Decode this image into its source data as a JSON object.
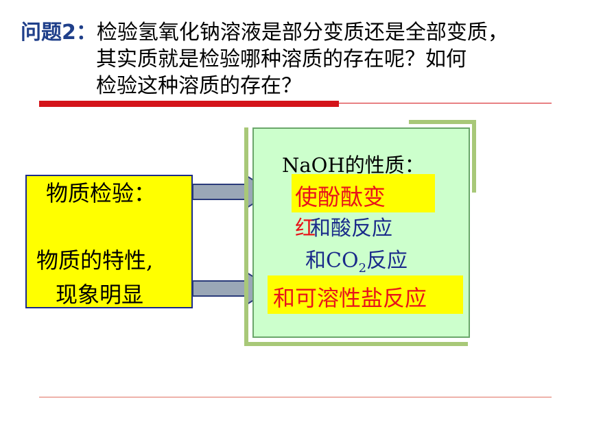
{
  "title": {
    "label": "问题2：",
    "line1": "检验氢氧化钠溶液是部分变质还是全部变质，",
    "line2": "其实质就是检验哪种溶质的存在呢？如何",
    "line3": "检验这种溶质的存在？"
  },
  "left_box": {
    "line1": "物质检验：",
    "line2": "物质的特性,",
    "line3": "现象明显"
  },
  "right_box": {
    "heading": "NaOH的性质：",
    "item1": "使酚酞变",
    "item1_wrap": "红",
    "item2": "和酸反应",
    "item3_prefix": "和CO",
    "item3_sub": "2",
    "item3_suffix": "反应",
    "item4": "和可溶性盐反应"
  },
  "colors": {
    "accent_red": "#d4141a",
    "title_blue": "#1f3f8a",
    "highlight_yellow": "#ffff00",
    "box_green": "#ccffcc"
  }
}
